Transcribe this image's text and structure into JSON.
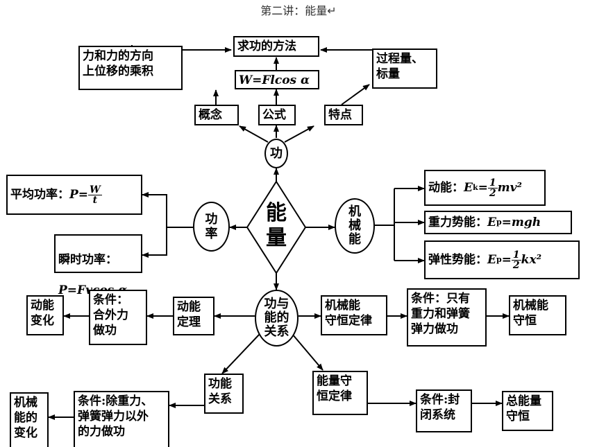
{
  "title": "第二讲：能量↵",
  "center": {
    "label": "能\n量"
  },
  "work": {
    "node": "功",
    "method": "求功的方法",
    "concept": "概念",
    "formula_tag": "公式",
    "feature": "特点",
    "definition": "力和力的方向\n上位移的乘积",
    "formula": "W=Flcos α",
    "property": "过程量、\n标量"
  },
  "power": {
    "node": "功\n率",
    "average_label": "平均功率：",
    "average_lhs": "P=",
    "average_num": "W",
    "average_den": "t",
    "instant_label": "瞬时功率：",
    "instant_formula": "P=Fvcos α"
  },
  "mechanical": {
    "node": "机\n械\n能",
    "kinetic_label": "动能：",
    "kinetic_lhs": "E",
    "kinetic_sub": "k",
    "kinetic_num": "1",
    "kinetic_den": "2",
    "kinetic_rhs": "mv²",
    "gravity_label": "重力势能：",
    "gravity_lhs": "E",
    "gravity_sub": "p",
    "gravity_rhs": "=mgh",
    "elastic_label": "弹性势能：",
    "elastic_lhs": "E",
    "elastic_sub": "p",
    "elastic_num": "1",
    "elastic_den": "2",
    "elastic_rhs": "kx²"
  },
  "relation": {
    "node": "功与\n能的\n关系",
    "kinetic_theorem": "动能\n定理",
    "kt_condition": "条件：\n合外力\n做功",
    "kt_result": "动能\n变化",
    "mech_conservation": "机械能\n守恒定律",
    "mc_condition": "条件：只有\n重力和弹簧\n弹力做功",
    "mc_result": "机械能\n守恒",
    "work_energy": "功能\n关系",
    "we_condition": "条件:除重力、\n弹簧弹力以外\n的力做功",
    "we_result": "机械\n能的\n变化",
    "energy_conservation": "能量守\n恒定律",
    "ec_condition": "条件:封\n闭系统",
    "ec_result": "总能量\n守恒"
  }
}
